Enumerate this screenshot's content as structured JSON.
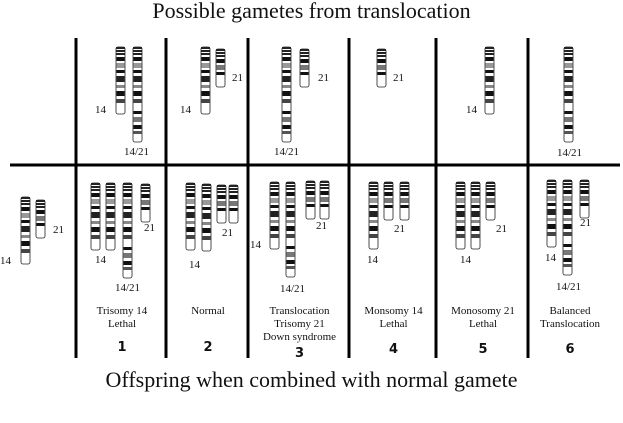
{
  "header": {
    "title": "Possible gametes from translocation"
  },
  "footer": {
    "title": "Offspring when combined with normal gamete"
  },
  "normal_gamete_labels": {
    "chr14": "14",
    "chr21": "21"
  },
  "gametes": [
    {
      "labels": [
        "14",
        "14/21"
      ]
    },
    {
      "labels": [
        "14",
        "21"
      ]
    },
    {
      "labels": [
        "14/21",
        "21"
      ]
    },
    {
      "labels": [
        "21"
      ]
    },
    {
      "labels": [
        "14"
      ]
    },
    {
      "labels": [
        "14/21"
      ]
    }
  ],
  "offspring": [
    {
      "number": "1",
      "caption_line1": "Trisomy 14",
      "caption_line2": "Lethal",
      "caption_line3": "",
      "labels": [
        "14",
        "14/21",
        "21"
      ]
    },
    {
      "number": "2",
      "caption_line1": "Normal",
      "caption_line2": "",
      "caption_line3": "",
      "labels": [
        "14",
        "21"
      ]
    },
    {
      "number": "3",
      "caption_line1": "Translocation",
      "caption_line2": "Trisomy 21",
      "caption_line3": "Down syndrome",
      "labels": [
        "14",
        "14/21",
        "21"
      ]
    },
    {
      "number": "4",
      "caption_line1": "Monsomy 14",
      "caption_line2": "Lethal",
      "caption_line3": "",
      "labels": [
        "14",
        "21"
      ]
    },
    {
      "number": "5",
      "caption_line1": "Monosomy 21",
      "caption_line2": "Lethal",
      "caption_line3": "",
      "labels": [
        "14",
        "21"
      ]
    },
    {
      "number": "6",
      "caption_line1": "Balanced",
      "caption_line2": "Translocation",
      "caption_line3": "",
      "labels": [
        "14",
        "14/21",
        "21"
      ]
    }
  ]
}
